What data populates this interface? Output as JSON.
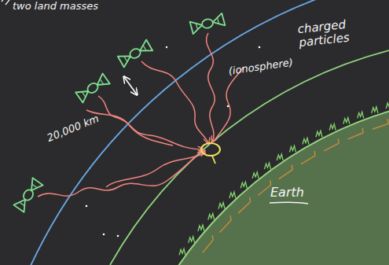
{
  "diagram": {
    "labels": [
      "two land masses",
      "charged particles",
      "(ionosphere)",
      "20,000 km",
      "Earth"
    ]
  }
}
